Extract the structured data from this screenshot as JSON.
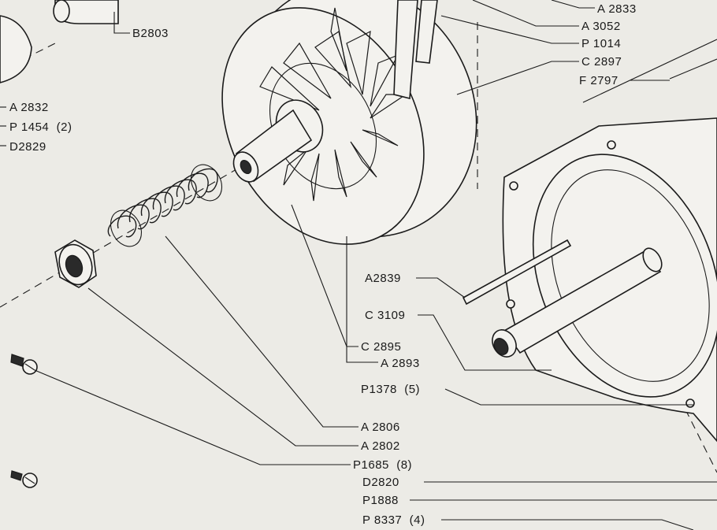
{
  "diagram": {
    "callouts": [
      {
        "id": "b2803",
        "text": "B2803"
      },
      {
        "id": "a2833",
        "text": "A 2833"
      },
      {
        "id": "a3052",
        "text": "A 3052"
      },
      {
        "id": "p1014",
        "text": "P 1014"
      },
      {
        "id": "c2897",
        "text": "C 2897"
      },
      {
        "id": "f2797",
        "text": "F 2797"
      },
      {
        "id": "a2832",
        "text": "A 2832"
      },
      {
        "id": "p1454",
        "text": "P 1454  (2)"
      },
      {
        "id": "d2829",
        "text": "D2829"
      },
      {
        "id": "a2839",
        "text": "A2839"
      },
      {
        "id": "c3109",
        "text": "C 3109"
      },
      {
        "id": "c2895",
        "text": "C 2895"
      },
      {
        "id": "a2893",
        "text": "A 2893"
      },
      {
        "id": "p1378",
        "text": "P1378  (5)"
      },
      {
        "id": "a2806",
        "text": "A 2806"
      },
      {
        "id": "a2802",
        "text": "A 2802"
      },
      {
        "id": "p1685",
        "text": "P1685  (8)"
      },
      {
        "id": "d2820",
        "text": "D2820"
      },
      {
        "id": "p1888",
        "text": "P1888"
      },
      {
        "id": "p8337",
        "text": "P 8337  (4)"
      }
    ]
  }
}
